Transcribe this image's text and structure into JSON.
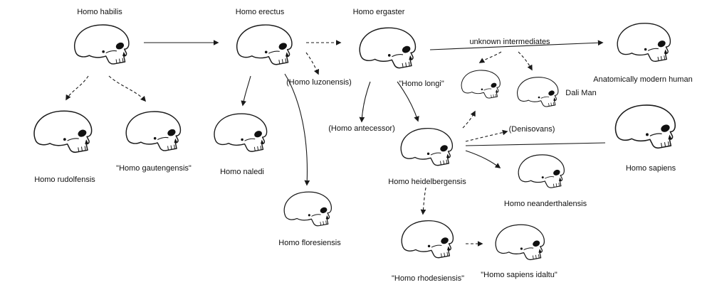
{
  "diagram": {
    "nodes": {
      "habilis": {
        "label": "Homo habilis"
      },
      "erectus": {
        "label": "Homo erectus"
      },
      "ergaster": {
        "label": "Homo ergaster"
      },
      "unknown_intermediates": {
        "label": "unknown intermediates"
      },
      "amh": {
        "label": "Anatomically modern human"
      },
      "luzonensis": {
        "label": "(Homo luzonensis)"
      },
      "longi": {
        "label": "\"Homo longi\""
      },
      "dali": {
        "label": "Dali Man"
      },
      "antecessor": {
        "label": "(Homo antecessor)"
      },
      "denisovans": {
        "label": "(Denisovans)"
      },
      "rudolfensis": {
        "label": "Homo rudolfensis"
      },
      "gautengensis": {
        "label": "\"Homo gautengensis\""
      },
      "naledi": {
        "label": "Homo naledi"
      },
      "heidelbergensis": {
        "label": "Homo heidelbergensis"
      },
      "sapiens": {
        "label": "Homo sapiens"
      },
      "neanderthalensis": {
        "label": "Homo neanderthalensis"
      },
      "floresiensis": {
        "label": "Homo floresiensis"
      },
      "rhodesiensis": {
        "label": "\"Homo rhodesiensis\""
      },
      "idaltu": {
        "label": "\"Homo sapiens idaltu\""
      }
    },
    "colors": {
      "line": "#1a1a1a",
      "background": "#ffffff"
    }
  }
}
